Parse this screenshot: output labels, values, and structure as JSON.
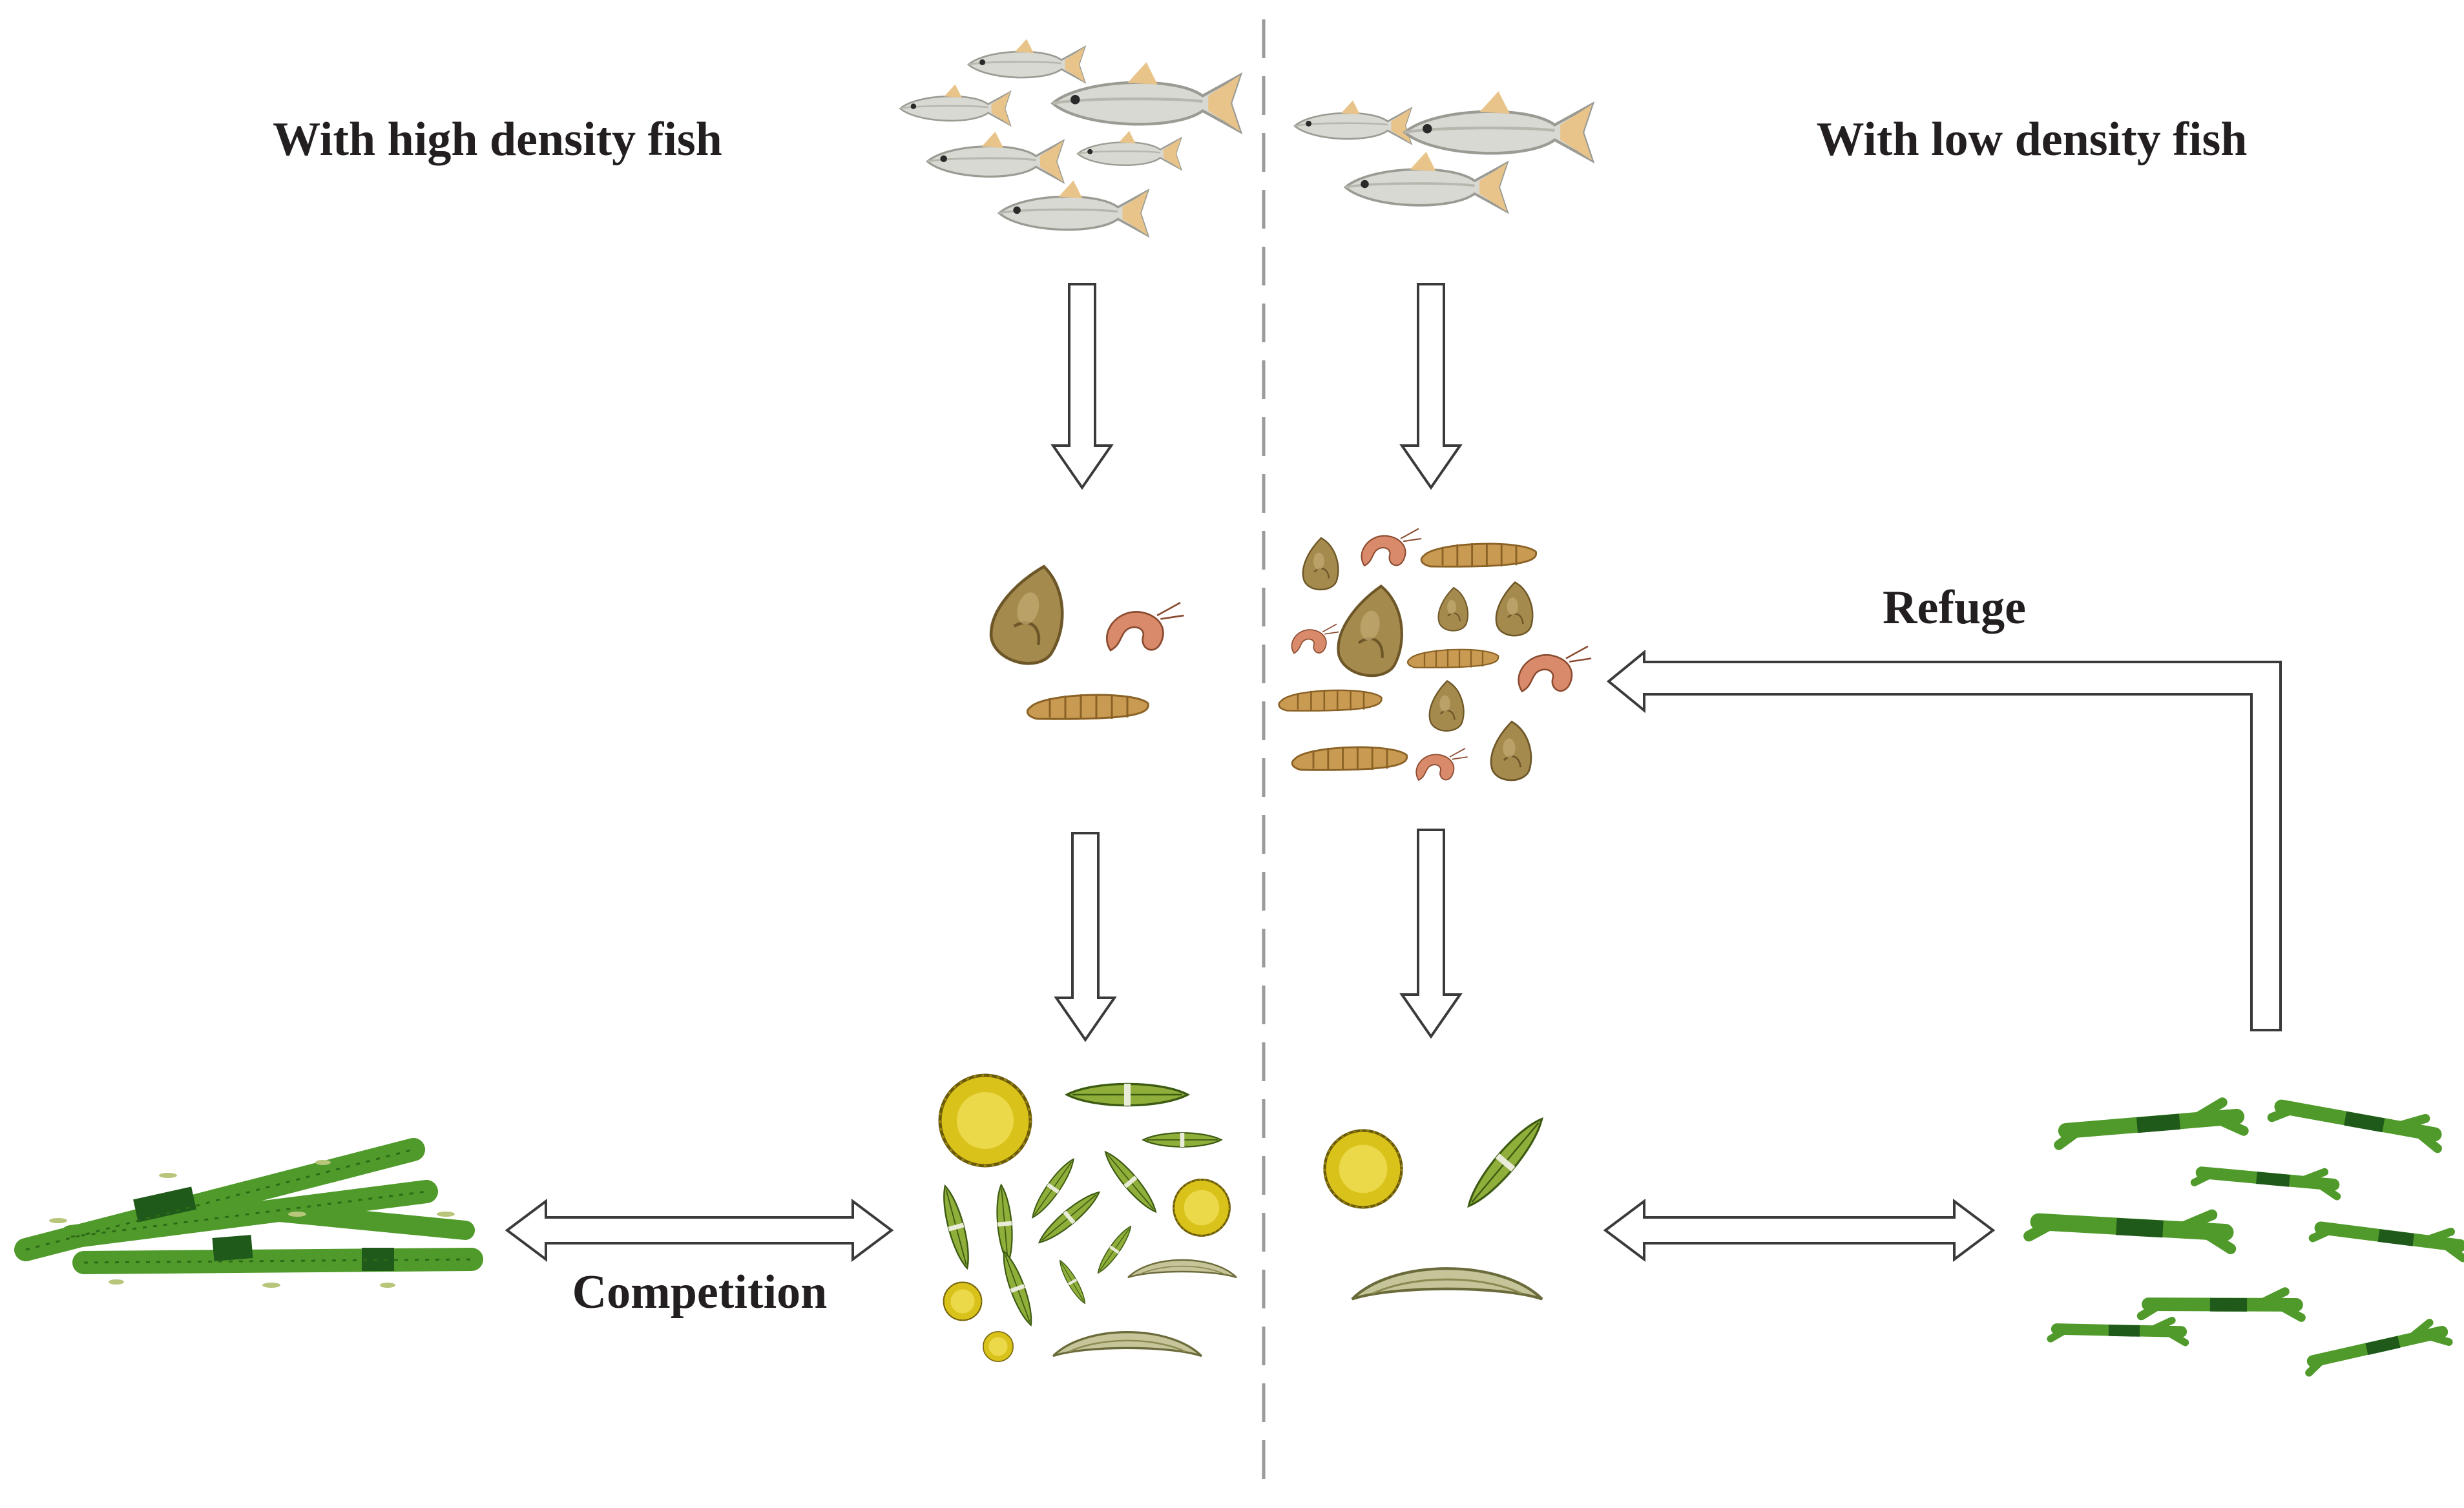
{
  "labels": {
    "left_heading": "With high density fish",
    "right_heading": "With low density fish",
    "refuge": "Refuge",
    "competition": "Competition"
  },
  "colors": {
    "text": "#231f20",
    "arrow_stroke": "#3a3a3a",
    "divider": "#9a9a9a",
    "fish_body": "#d9d9d4",
    "fish_fin": "#e8c48a",
    "snail": "#a58a4e",
    "larva": "#c99a52",
    "shrimp": "#d98a6a",
    "diatom_yellow": "#d9c21a",
    "diatom_green": "#8fae3a",
    "filament_green": "#4f9a2a",
    "filament_dark": "#1f5a1a"
  },
  "icons": {
    "fish": "fish-icon",
    "snail": "snail-icon",
    "larva": "larva-icon",
    "shrimp": "shrimp-icon",
    "diatom_round": "centric-diatom-icon",
    "diatom_pennate": "pennate-diatom-icon",
    "diatom_crescent": "crescent-diatom-icon",
    "filament": "filamentous-algae-icon"
  }
}
